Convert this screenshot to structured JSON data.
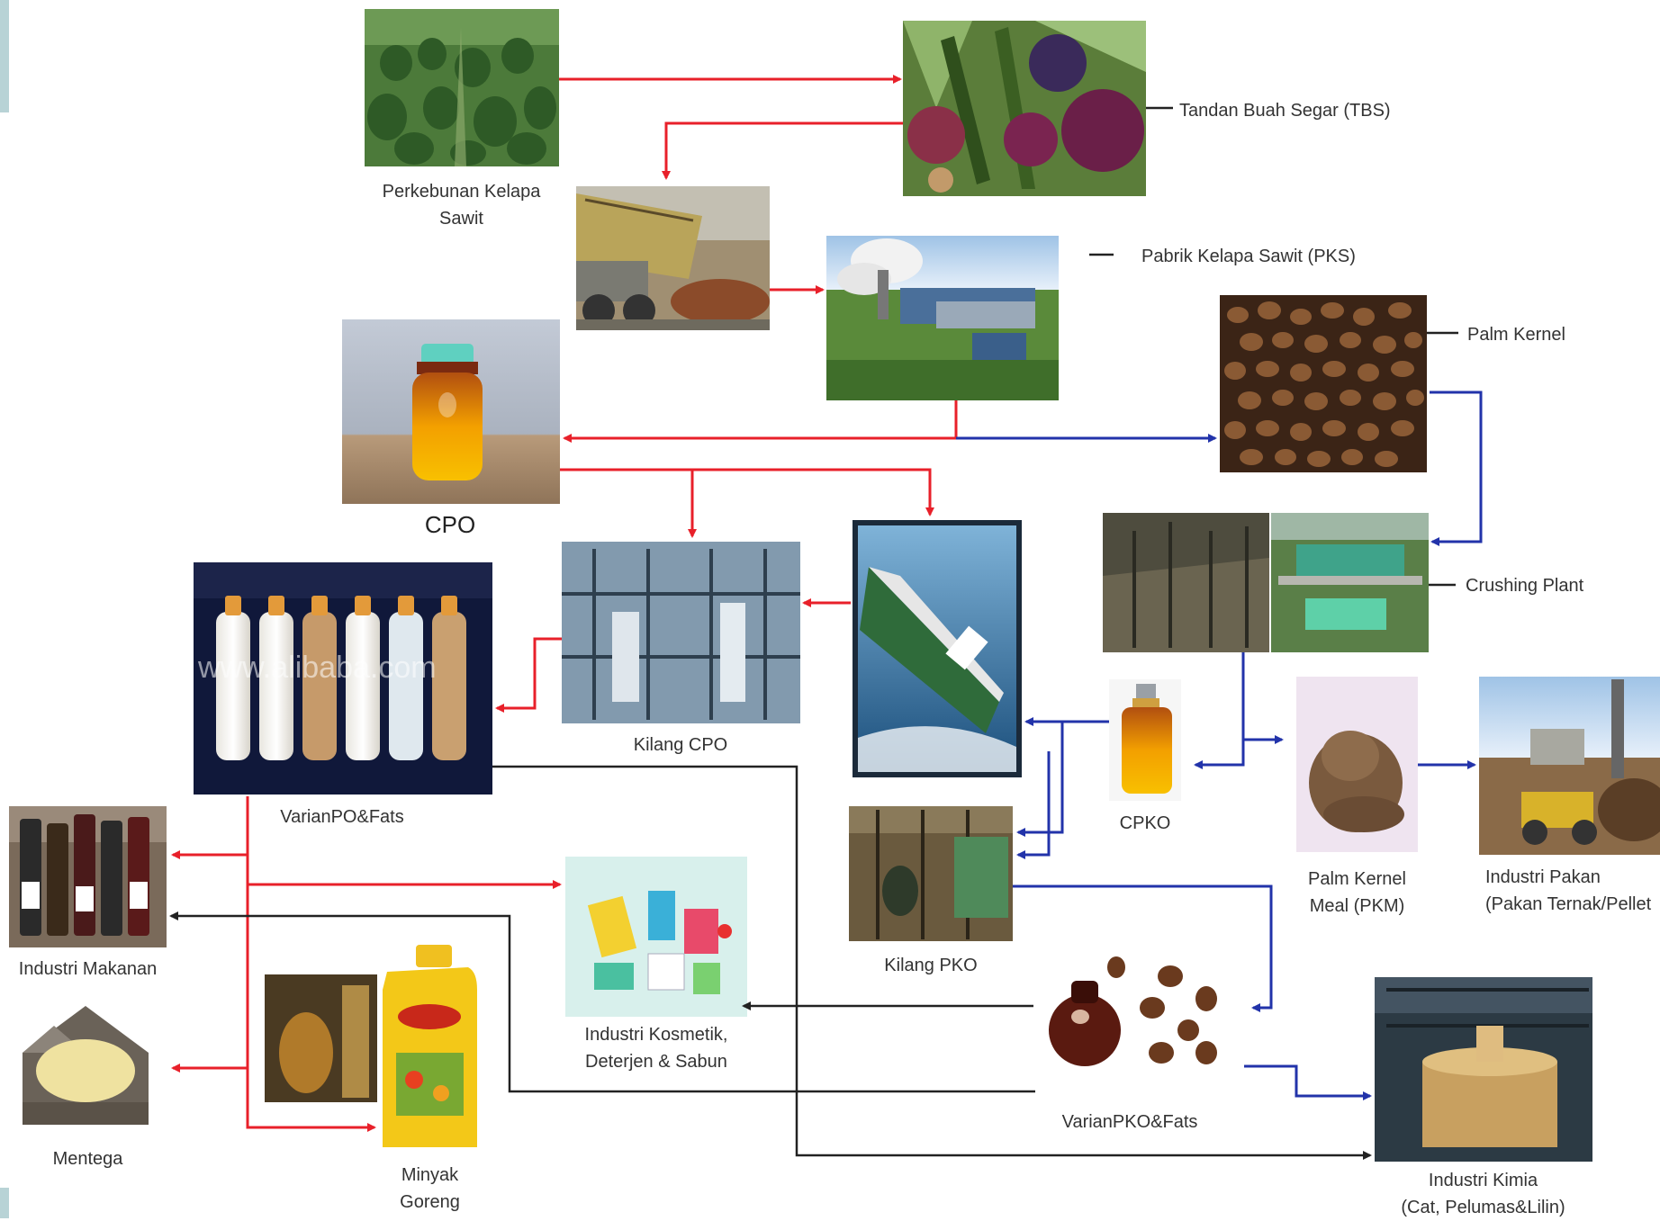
{
  "nodes": {
    "perkebunan": {
      "label_lines": [
        "Perkebunan Kelapa",
        "Sawit"
      ],
      "icon": "oil-palm-plantation"
    },
    "tbs": {
      "label_lines": [
        "Tandan Buah Segar (TBS)"
      ],
      "icon": "fresh-fruit-bunch"
    },
    "truck": {
      "icon": "dump-truck"
    },
    "pks": {
      "label_lines": [
        "Pabrik Kelapa Sawit (PKS)"
      ],
      "icon": "palm-oil-mill"
    },
    "palm_kernel": {
      "label_lines": [
        "Palm Kernel"
      ],
      "icon": "palm-kernels"
    },
    "cpo": {
      "label_lines": [
        "CPO"
      ],
      "icon": "oil-jar"
    },
    "crushing": {
      "label_lines": [
        "Crushing Plant"
      ],
      "icon": "crushing-plant"
    },
    "varian_po": {
      "label_lines": [
        "VarianPO&Fats"
      ],
      "icon": "bottles"
    },
    "kilang_cpo": {
      "label_lines": [
        "Kilang CPO"
      ],
      "icon": "refinery"
    },
    "ship": {
      "icon": "tanker-ship"
    },
    "cpko": {
      "label_lines": [
        "CPKO"
      ],
      "icon": "oil-bottle"
    },
    "pkm": {
      "label_lines": [
        "Palm Kernel",
        "Meal (PKM)"
      ],
      "icon": "meal-powder"
    },
    "pakan": {
      "label_lines": [
        "Industri Pakan",
        "(Pakan Ternak/Pellet"
      ],
      "icon": "feed-industry"
    },
    "kilang_pko": {
      "label_lines": [
        "Kilang PKO"
      ],
      "icon": "pko-refinery"
    },
    "makanan": {
      "label_lines": [
        "Industri Makanan"
      ],
      "icon": "food-bottles"
    },
    "kosmetik": {
      "label_lines": [
        "Industri Kosmetik,",
        "Deterjen & Sabun"
      ],
      "icon": "cosmetics"
    },
    "varian_pko": {
      "label_lines": [
        "VarianPKO&Fats"
      ],
      "icon": "kernels-oil"
    },
    "mentega": {
      "label_lines": [
        "Mentega"
      ],
      "icon": "butter-box"
    },
    "minyak": {
      "label_lines": [
        "Minyak",
        "Goreng"
      ],
      "icon": "cooking-oil"
    },
    "kimia": {
      "label_lines": [
        "Industri Kimia",
        "(Cat, Pelumas&Lilin)"
      ],
      "icon": "chemical-plant"
    }
  },
  "watermark": "www.alibaba.com",
  "colors": {
    "red_flow": "#e8202a",
    "blue_flow": "#2233aa",
    "black_flow": "#222222"
  }
}
